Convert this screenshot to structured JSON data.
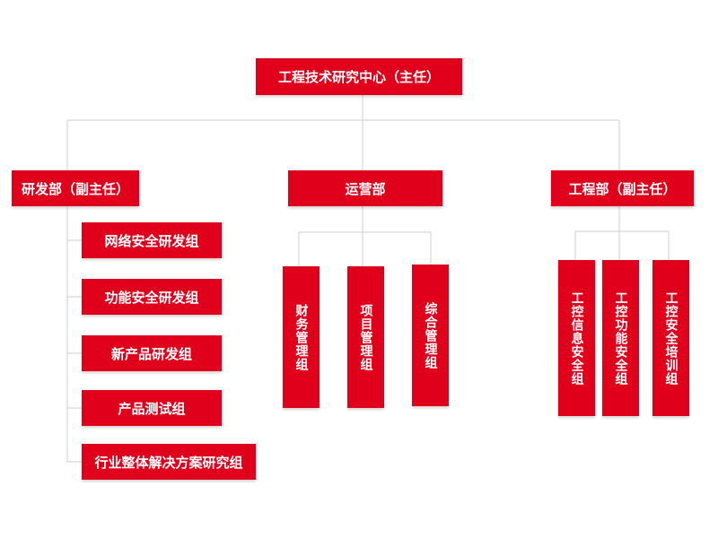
{
  "root": {
    "label": "工程技术研究中心（主任）"
  },
  "departments": [
    {
      "label": "研发部（副主任）",
      "groups": [
        "网络安全研发组",
        "功能安全研发组",
        "新产品研发组",
        "产品测试组",
        "行业整体解决方案研究组"
      ]
    },
    {
      "label": "运营部",
      "groups": [
        "财务管理组",
        "项目管理组",
        "综合管理组"
      ]
    },
    {
      "label": "工程部（副主任）",
      "groups": [
        "工控信息安全组",
        "工控功能安全组",
        "工控安全培训组"
      ]
    }
  ],
  "colors": {
    "box": "#e0001b",
    "line": "#cfcfcf",
    "text": "#ffffff"
  }
}
